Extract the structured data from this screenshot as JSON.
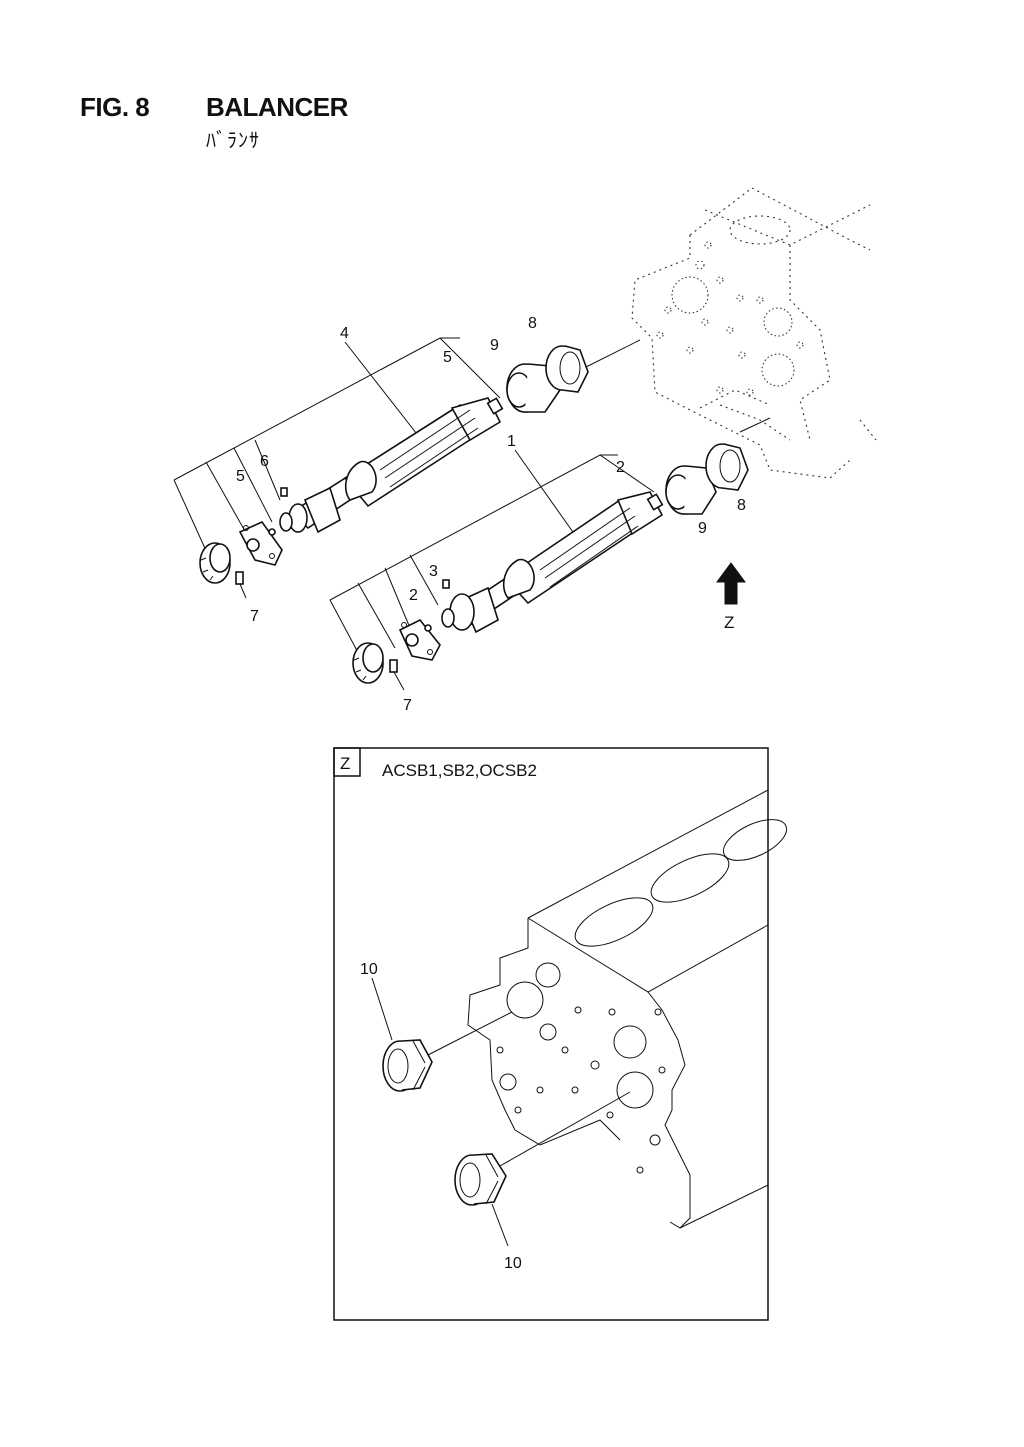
{
  "header": {
    "fig_number": "FIG. 8",
    "title": "BALANCER",
    "subtitle": "ﾊﾞﾗﾝｻ"
  },
  "callouts": {
    "c1": "1",
    "c2a": "2",
    "c2b": "2",
    "c3": "3",
    "c4": "4",
    "c5a": "5",
    "c5b": "5",
    "c6": "6",
    "c7a": "7",
    "c7b": "7",
    "c8a": "8",
    "c8b": "8",
    "c9a": "9",
    "c9b": "9",
    "c10a": "10",
    "c10b": "10"
  },
  "view_arrow": {
    "label": "Z"
  },
  "detail_box": {
    "view_label": "Z",
    "models": "ACSB1,SB2,OCSB2"
  }
}
